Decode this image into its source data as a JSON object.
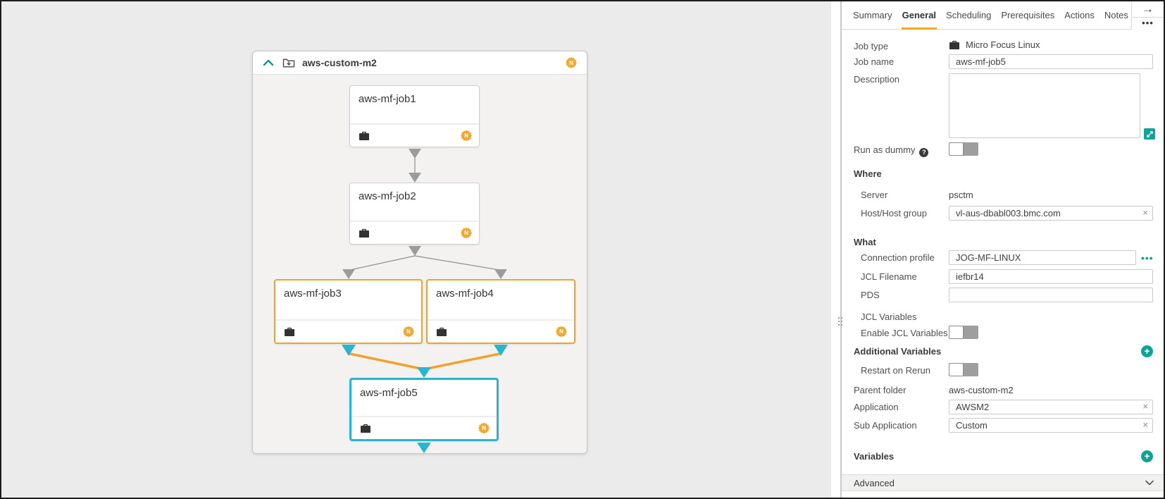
{
  "colors": {
    "accent_orange": "#F5A623",
    "badge_orange": "#F0A832",
    "marked_orange_border": "#F0A22B",
    "selected_cyan_border": "#2AB5CE",
    "teal_accent": "#0FA396",
    "link_gray": "#9C9C9C"
  },
  "canvas": {
    "folder": {
      "name": "aws-custom-m2",
      "badge": "N"
    },
    "jobs": [
      {
        "name": "aws-mf-job1",
        "badge": "N",
        "state": "default"
      },
      {
        "name": "aws-mf-job2",
        "badge": "N",
        "state": "default"
      },
      {
        "name": "aws-mf-job3",
        "badge": "N",
        "state": "marked-orange"
      },
      {
        "name": "aws-mf-job4",
        "badge": "N",
        "state": "marked-orange"
      },
      {
        "name": "aws-mf-job5",
        "badge": "N",
        "state": "selected-cyan"
      }
    ],
    "links": [
      {
        "from": "aws-mf-job1",
        "to": "aws-mf-job2",
        "color": "gray"
      },
      {
        "from": "aws-mf-job2",
        "to": "aws-mf-job3",
        "color": "gray"
      },
      {
        "from": "aws-mf-job2",
        "to": "aws-mf-job4",
        "color": "gray"
      },
      {
        "from": "aws-mf-job3",
        "to": "aws-mf-job5",
        "color": "orange"
      },
      {
        "from": "aws-mf-job4",
        "to": "aws-mf-job5",
        "color": "orange"
      }
    ]
  },
  "panel": {
    "tabs": [
      {
        "label": "Summary"
      },
      {
        "label": "General"
      },
      {
        "label": "Scheduling"
      },
      {
        "label": "Prerequisites"
      },
      {
        "label": "Actions"
      },
      {
        "label": "Notes"
      }
    ],
    "active_tab": "General",
    "general": {
      "job_type": {
        "label": "Job type",
        "value": "Micro Focus Linux"
      },
      "job_name": {
        "label": "Job name",
        "value": "aws-mf-job5"
      },
      "description": {
        "label": "Description",
        "value": ""
      },
      "run_as_dummy": {
        "label": "Run as dummy",
        "state": "off"
      },
      "where": {
        "title": "Where",
        "server": {
          "label": "Server",
          "value": "psctm"
        },
        "host": {
          "label": "Host/Host group",
          "value": "vl-aus-dbabl003.bmc.com"
        }
      },
      "what": {
        "title": "What",
        "connection_profile": {
          "label": "Connection profile",
          "value": "JOG-MF-LINUX"
        },
        "jcl_filename": {
          "label": "JCL Filename",
          "value": "iefbr14"
        },
        "pds": {
          "label": "PDS",
          "value": ""
        },
        "jcl_variables_label": "JCL Variables",
        "enable_jcl_variables": {
          "label": "Enable JCL Variables",
          "state": "off"
        }
      },
      "additional_variables": {
        "title": "Additional Variables"
      },
      "restart_on_rerun": {
        "label": "Restart on Rerun",
        "state": "off"
      },
      "parent_folder": {
        "label": "Parent folder",
        "value": "aws-custom-m2"
      },
      "application": {
        "label": "Application",
        "value": "AWSM2"
      },
      "sub_application": {
        "label": "Sub Application",
        "value": "Custom"
      },
      "variables": {
        "title": "Variables"
      },
      "advanced": {
        "title": "Advanced"
      }
    }
  }
}
